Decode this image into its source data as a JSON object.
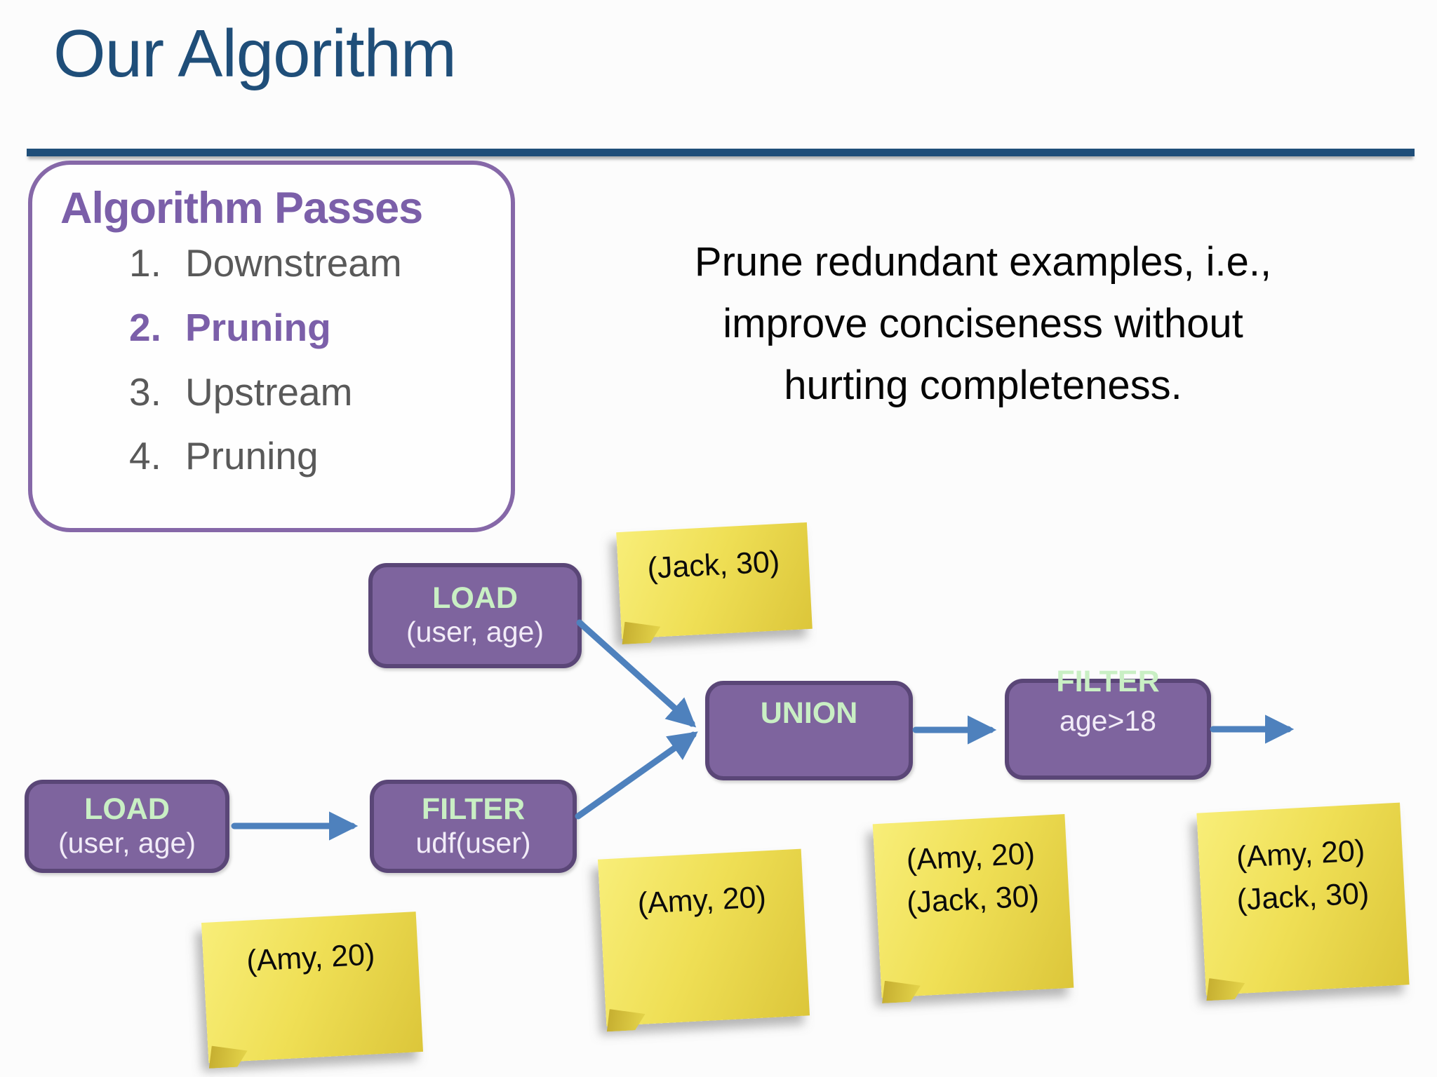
{
  "slide": {
    "title": "Our Algorithm",
    "passes_panel": {
      "heading": "Algorithm Passes",
      "items": [
        {
          "num": "1.",
          "label": "Downstream",
          "active": false
        },
        {
          "num": "2.",
          "label": "Pruning",
          "active": true
        },
        {
          "num": "3.",
          "label": "Upstream",
          "active": false
        },
        {
          "num": "4.",
          "label": "Pruning",
          "active": false
        }
      ]
    },
    "callout": {
      "line1": "Prune redundant examples, i.e.,",
      "line2": "improve conciseness without",
      "line3": "hurting completeness."
    },
    "diagram": {
      "nodes": [
        {
          "id": "load-top",
          "op": "LOAD",
          "arg": "(user, age)"
        },
        {
          "id": "union",
          "op": "UNION",
          "arg": ""
        },
        {
          "id": "filter-age",
          "op": "FILTER",
          "arg": "age>18"
        },
        {
          "id": "load-bottom",
          "op": "LOAD",
          "arg": "(user, age)"
        },
        {
          "id": "filter-udf",
          "op": "FILTER",
          "arg": "udf(user)"
        }
      ],
      "notes": [
        {
          "id": "note-jack",
          "lines": [
            "(Jack, 30)"
          ]
        },
        {
          "id": "note-amy-left",
          "lines": [
            "(Amy, 20)"
          ]
        },
        {
          "id": "note-amy-mid",
          "lines": [
            "(Amy, 20)"
          ]
        },
        {
          "id": "note-amyjack-mid",
          "lines": [
            "(Amy, 20)",
            "(Jack, 30)"
          ]
        },
        {
          "id": "note-amyjack-right",
          "lines": [
            "(Amy, 20)",
            "(Jack, 30)"
          ]
        }
      ]
    },
    "colors": {
      "title_blue": "#1F4E79",
      "heading_purple": "#7B5FA9",
      "inactive_gray": "#595959",
      "node_fill": "#7E649E",
      "node_border": "#5A4677",
      "node_label_green": "#C9EFC4",
      "node_arg_text": "#F2ECF8",
      "arrow_blue": "#4E81BD",
      "note_yellow": "#EFDF55"
    }
  }
}
